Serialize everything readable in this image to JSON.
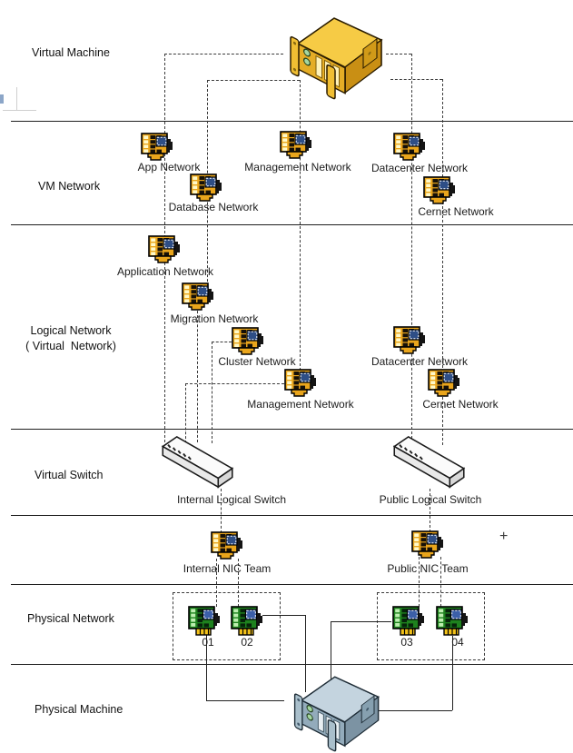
{
  "layers": [
    {
      "label": "Virtual Machine"
    },
    {
      "label": "VM Network"
    },
    {
      "label": "Logical Network",
      "sublabel": "( Virtual  Network)"
    },
    {
      "label": "Virtual Switch"
    },
    {
      "label": "Physical Network"
    },
    {
      "label": "Physical Machine"
    }
  ],
  "vm_networks": [
    {
      "label": "App Network"
    },
    {
      "label": "Database Network"
    },
    {
      "label": "Management Network"
    },
    {
      "label": "Datacenter Network"
    },
    {
      "label": "Cernet Network"
    }
  ],
  "logical_networks": [
    {
      "label": "Application Network"
    },
    {
      "label": "Migration Network"
    },
    {
      "label": "Cluster Network"
    },
    {
      "label": "Management Network"
    },
    {
      "label": "Datacenter Network"
    },
    {
      "label": "Cernet Network"
    }
  ],
  "virtual_switches": [
    {
      "label": "Internal Logical Switch"
    },
    {
      "label": "Public Logical Switch"
    }
  ],
  "nic_teams": [
    {
      "label": "Internal NIC Team"
    },
    {
      "label": "Public NIC Team"
    }
  ],
  "physical_nics": [
    {
      "label": "01"
    },
    {
      "label": "02"
    },
    {
      "label": "03"
    },
    {
      "label": "04"
    }
  ],
  "markers": {
    "plus": "+"
  },
  "colors": {
    "nic_card_yellow": "#E9A51C",
    "nic_card_green": "#1E821E",
    "chip_blue": "#2E4E86",
    "server_yellow": "#F6CB45",
    "server_steel": "#93ABBB",
    "line": "#202020"
  }
}
